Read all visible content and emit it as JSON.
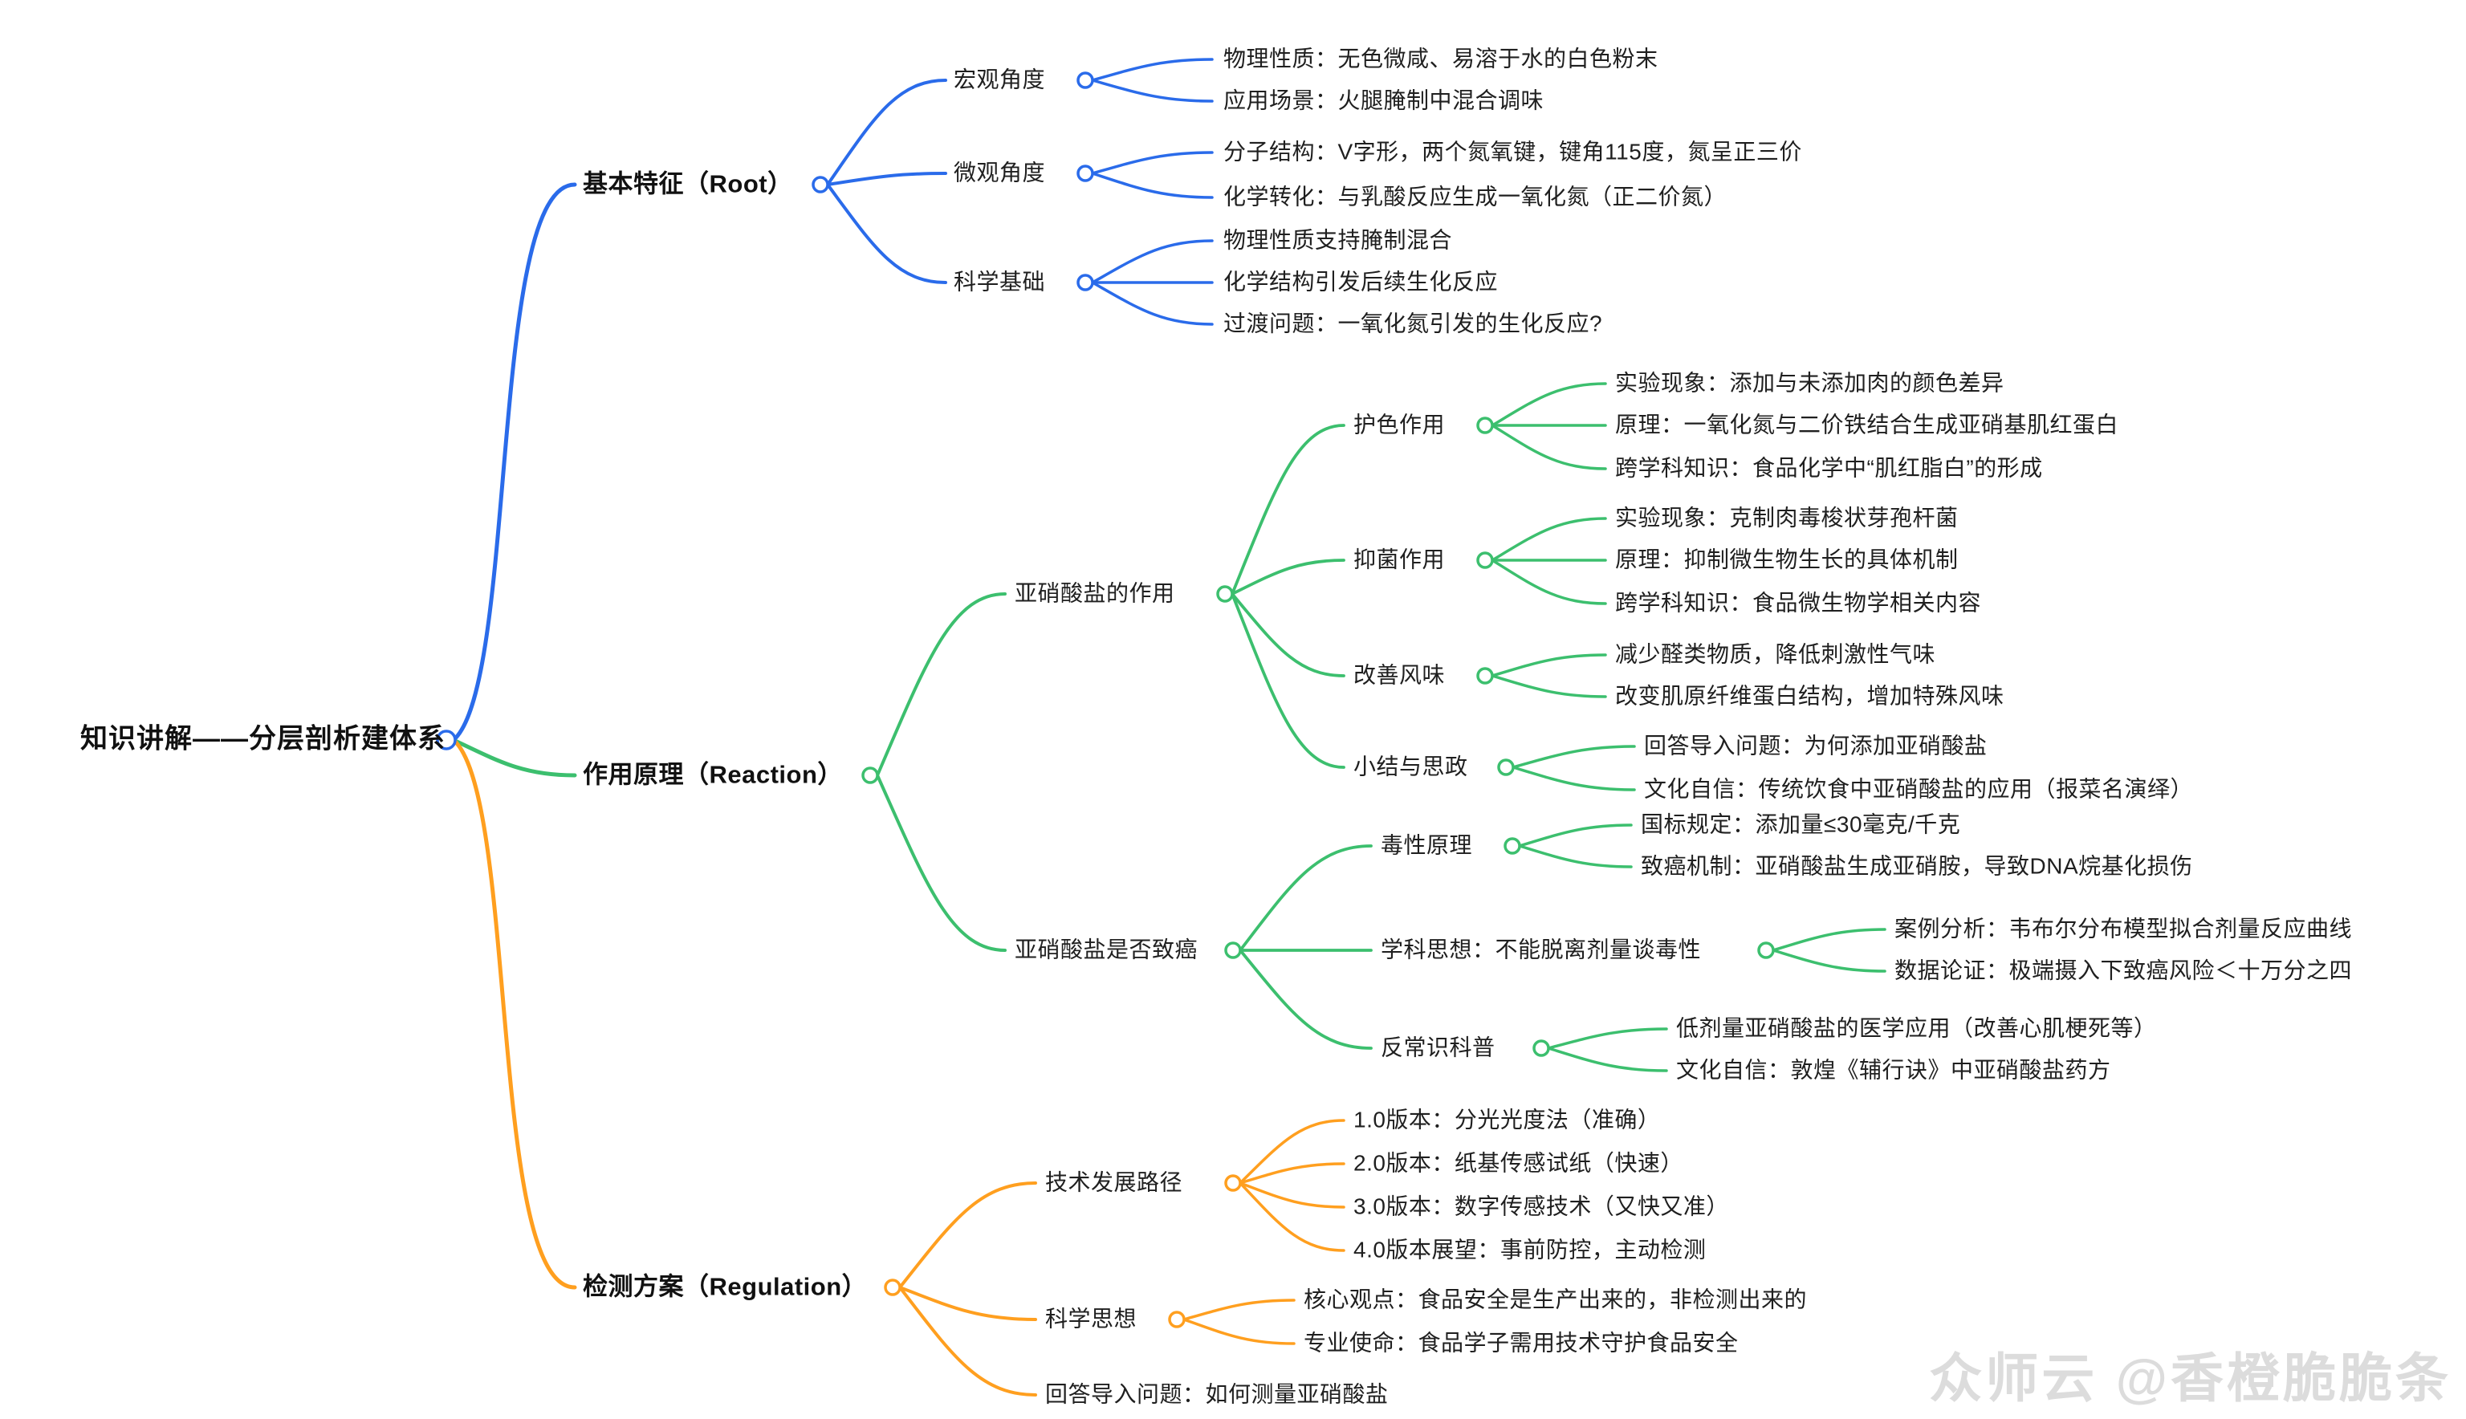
{
  "title": "知识讲解——分层剖析建体系",
  "watermark": "众师云 @香橙脆脆条",
  "colors": {
    "branch_blue": "#2A6BEA",
    "branch_green": "#3CBF6E",
    "branch_orange": "#FF9F1F",
    "text": "#1F1F1F",
    "watermark_gray": "#DCDCDC"
  },
  "branches": [
    {
      "label": "基本特征（Root）",
      "children": [
        {
          "label": "宏观角度",
          "children": [
            {
              "label": "物理性质：无色微咸、易溶于水的白色粉末"
            },
            {
              "label": "应用场景：火腿腌制中混合调味"
            }
          ]
        },
        {
          "label": "微观角度",
          "children": [
            {
              "label": "分子结构：V字形，两个氮氧键，键角115度，氮呈正三价"
            },
            {
              "label": "化学转化：与乳酸反应生成一氧化氮（正二价氮）"
            }
          ]
        },
        {
          "label": "科学基础",
          "children": [
            {
              "label": "物理性质支持腌制混合"
            },
            {
              "label": "化学结构引发后续生化反应"
            },
            {
              "label": "过渡问题：一氧化氮引发的生化反应?"
            }
          ]
        }
      ]
    },
    {
      "label": "作用原理（Reaction）",
      "children": [
        {
          "label": "亚硝酸盐的作用",
          "children": [
            {
              "label": "护色作用",
              "children": [
                {
                  "label": "实验现象：添加与未添加肉的颜色差异"
                },
                {
                  "label": "原理：一氧化氮与二价铁结合生成亚硝基肌红蛋白"
                },
                {
                  "label": "跨学科知识：食品化学中“肌红脂白”的形成"
                }
              ]
            },
            {
              "label": "抑菌作用",
              "children": [
                {
                  "label": "实验现象：克制肉毒梭状芽孢杆菌"
                },
                {
                  "label": "原理：抑制微生物生长的具体机制"
                },
                {
                  "label": "跨学科知识：食品微生物学相关内容"
                }
              ]
            },
            {
              "label": "改善风味",
              "children": [
                {
                  "label": "减少醛类物质，降低刺激性气味"
                },
                {
                  "label": "改变肌原纤维蛋白结构，增加特殊风味"
                }
              ]
            },
            {
              "label": "小结与思政",
              "children": [
                {
                  "label": "回答导入问题：为何添加亚硝酸盐"
                },
                {
                  "label": "文化自信：传统饮食中亚硝酸盐的应用（报菜名演绎）"
                }
              ]
            }
          ]
        },
        {
          "label": "亚硝酸盐是否致癌",
          "children": [
            {
              "label": "毒性原理",
              "children": [
                {
                  "label": "国标规定：添加量≤30毫克/千克"
                },
                {
                  "label": "致癌机制：亚硝酸盐生成亚硝胺，导致DNA烷基化损伤"
                }
              ]
            },
            {
              "label": "学科思想：不能脱离剂量谈毒性",
              "children": [
                {
                  "label": "案例分析：韦布尔分布模型拟合剂量反应曲线"
                },
                {
                  "label": "数据论证：极端摄入下致癌风险＜十万分之四"
                }
              ]
            },
            {
              "label": "反常识科普",
              "children": [
                {
                  "label": "低剂量亚硝酸盐的医学应用（改善心肌梗死等）"
                },
                {
                  "label": "文化自信：敦煌《辅行诀》中亚硝酸盐药方"
                }
              ]
            }
          ]
        }
      ]
    },
    {
      "label": "检测方案（Regulation）",
      "children": [
        {
          "label": "技术发展路径",
          "children": [
            {
              "label": "1.0版本：分光光度法（准确）"
            },
            {
              "label": "2.0版本：纸基传感试纸（快速）"
            },
            {
              "label": "3.0版本：数字传感技术（又快又准）"
            },
            {
              "label": "4.0版本展望：事前防控，主动检测"
            }
          ]
        },
        {
          "label": "科学思想",
          "children": [
            {
              "label": "核心观点：食品安全是生产出来的，非检测出来的"
            },
            {
              "label": "专业使命：食品学子需用技术守护食品安全"
            }
          ]
        },
        {
          "label": "回答导入问题：如何测量亚硝酸盐"
        }
      ]
    }
  ]
}
